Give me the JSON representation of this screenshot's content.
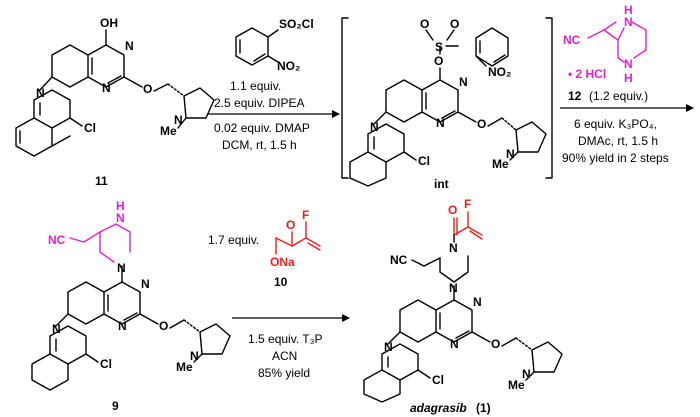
{
  "scheme": {
    "step1": {
      "reagent_sub": "SO₂Cl",
      "reagent_no2": "NO₂",
      "cond1": "1.1 equiv.",
      "cond2": "2.5 equiv. DIPEA",
      "cond3": "0.02 equiv. DMAP",
      "cond4": "DCM, rt, 1.5 h"
    },
    "step2": {
      "salt": "• 2 HCl",
      "amine_label": "12",
      "amine_equiv": "(1.2 equiv.)",
      "cond1": "6 equiv. K₃PO₄,",
      "cond2": "DMAc, rt, 1.5 h",
      "cond3": "90% yield in 2 steps"
    },
    "step3": {
      "acrylate_equiv": "1.7 equiv.",
      "acrylate_label": "10",
      "cond1": "1.5 equiv. T₃P",
      "cond2": "ACN",
      "cond3": "85% yield"
    },
    "compounds": {
      "c11": "11",
      "int": "int",
      "c9": "9",
      "product_name": "adagrasib",
      "product_num": "(1)"
    },
    "atoms": {
      "OH": "OH",
      "N": "N",
      "O": "O",
      "Cl": "Cl",
      "Me": "Me",
      "NO2": "NO₂",
      "NC": "NC",
      "H": "H",
      "S": "S",
      "F": "F",
      "ONa": "ONa"
    },
    "colors": {
      "amine": "#e020d0",
      "acrylate": "#e8201c"
    }
  }
}
